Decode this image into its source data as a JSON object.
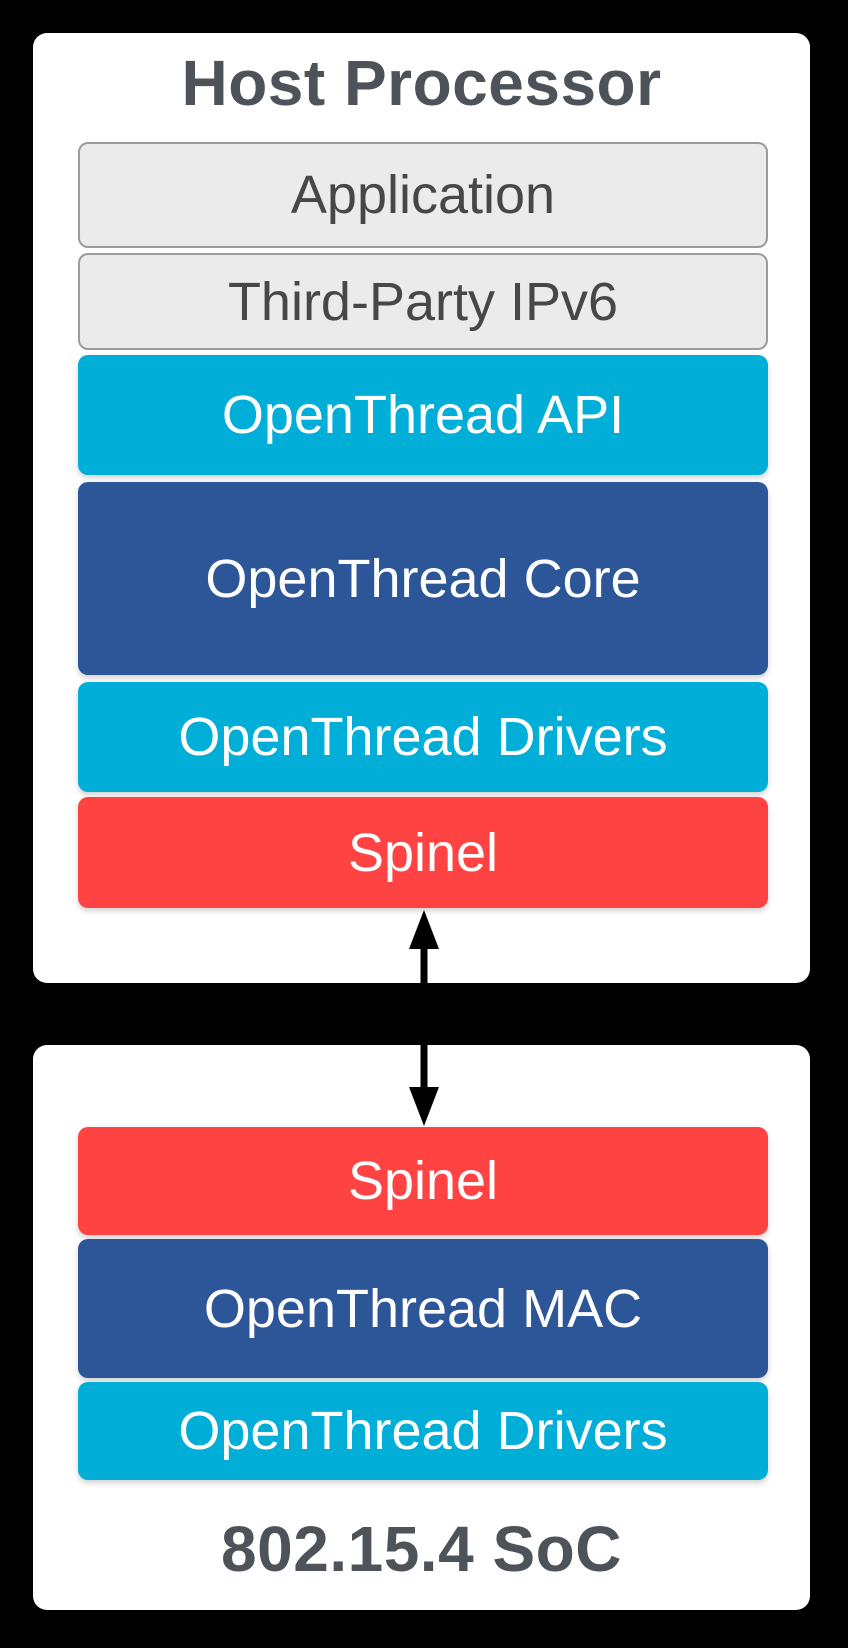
{
  "palette": {
    "background": "#000000",
    "card": "#ffffff",
    "cyan": "#00AED8",
    "blue": "#2D5699",
    "red": "#FF4343",
    "gray": "#EBEBEB",
    "gray_border": "#9B9B9B",
    "gray_text": "#474747",
    "title_text": "#4D5359",
    "arrow": "#000000"
  },
  "host_box": {
    "title": "Host Processor",
    "layers": [
      {
        "label": "Application",
        "color_key": "gray"
      },
      {
        "label": "Third-Party IPv6",
        "color_key": "gray"
      },
      {
        "label": "OpenThread API",
        "color_key": "cyan"
      },
      {
        "label": "OpenThread Core",
        "color_key": "blue"
      },
      {
        "label": "OpenThread Drivers",
        "color_key": "cyan"
      },
      {
        "label": "Spinel",
        "color_key": "red"
      }
    ]
  },
  "soc_box": {
    "title": "802.15.4 SoC",
    "layers": [
      {
        "label": "Spinel",
        "color_key": "red"
      },
      {
        "label": "OpenThread MAC",
        "color_key": "blue"
      },
      {
        "label": "OpenThread Drivers",
        "color_key": "cyan"
      }
    ]
  },
  "connector": {
    "direction": "bidirectional",
    "color": "#000000"
  }
}
